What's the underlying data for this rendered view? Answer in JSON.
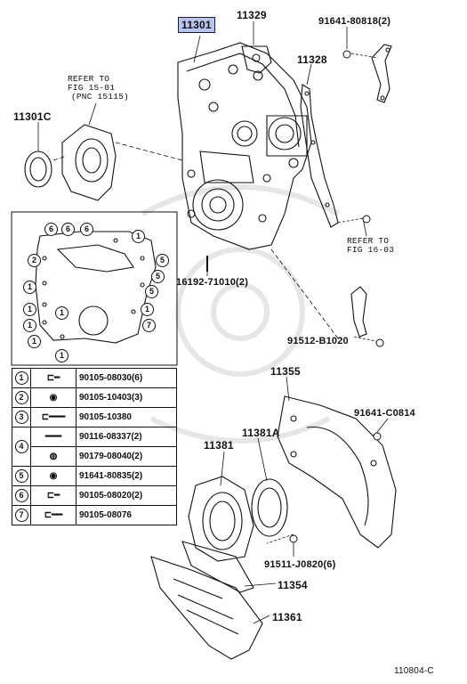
{
  "labels": {
    "timing_cover": "11301",
    "timing_cover_gasket": "11329",
    "bolt_top_right": "91641-80818(2)",
    "gasket_right": "11328",
    "refer_top_line1": "REFER TO",
    "refer_top_line2": "FIG 15-01",
    "refer_top_line3": "(PNC 15115)",
    "oil_seal": "11301C",
    "stud": "16192-71010(2)",
    "refer_right_line1": "REFER TO",
    "refer_right_line2": "FIG 16-03",
    "bracket_bolt": "91512-B1020",
    "rear_plate": "11355",
    "bolt_plate": "91641-C0814",
    "retainer_seal": "11381A",
    "retainer": "11381",
    "bolt_retainer": "91511-J0820(6)",
    "oil_pan_part": "11354",
    "plate_bottom": "11361",
    "figure_id": "110804-C"
  },
  "inset_numbers": [
    "6",
    "6",
    "2",
    "1",
    "1",
    "1",
    "1",
    "1",
    "1",
    "1",
    "5",
    "5",
    "5",
    "7",
    "1"
  ],
  "legend": [
    {
      "num": "1",
      "parts": [
        "90105-08030(6)"
      ]
    },
    {
      "num": "2",
      "parts": [
        "90105-10403(3)"
      ]
    },
    {
      "num": "3",
      "parts": [
        "90105-10380"
      ]
    },
    {
      "num": "4",
      "parts": [
        "90116-08337(2)",
        "90179-08040(2)"
      ]
    },
    {
      "num": "5",
      "parts": [
        "91641-80835(2)"
      ]
    },
    {
      "num": "6",
      "parts": [
        "90105-08020(2)"
      ]
    },
    {
      "num": "7",
      "parts": [
        "90105-08076"
      ]
    }
  ]
}
